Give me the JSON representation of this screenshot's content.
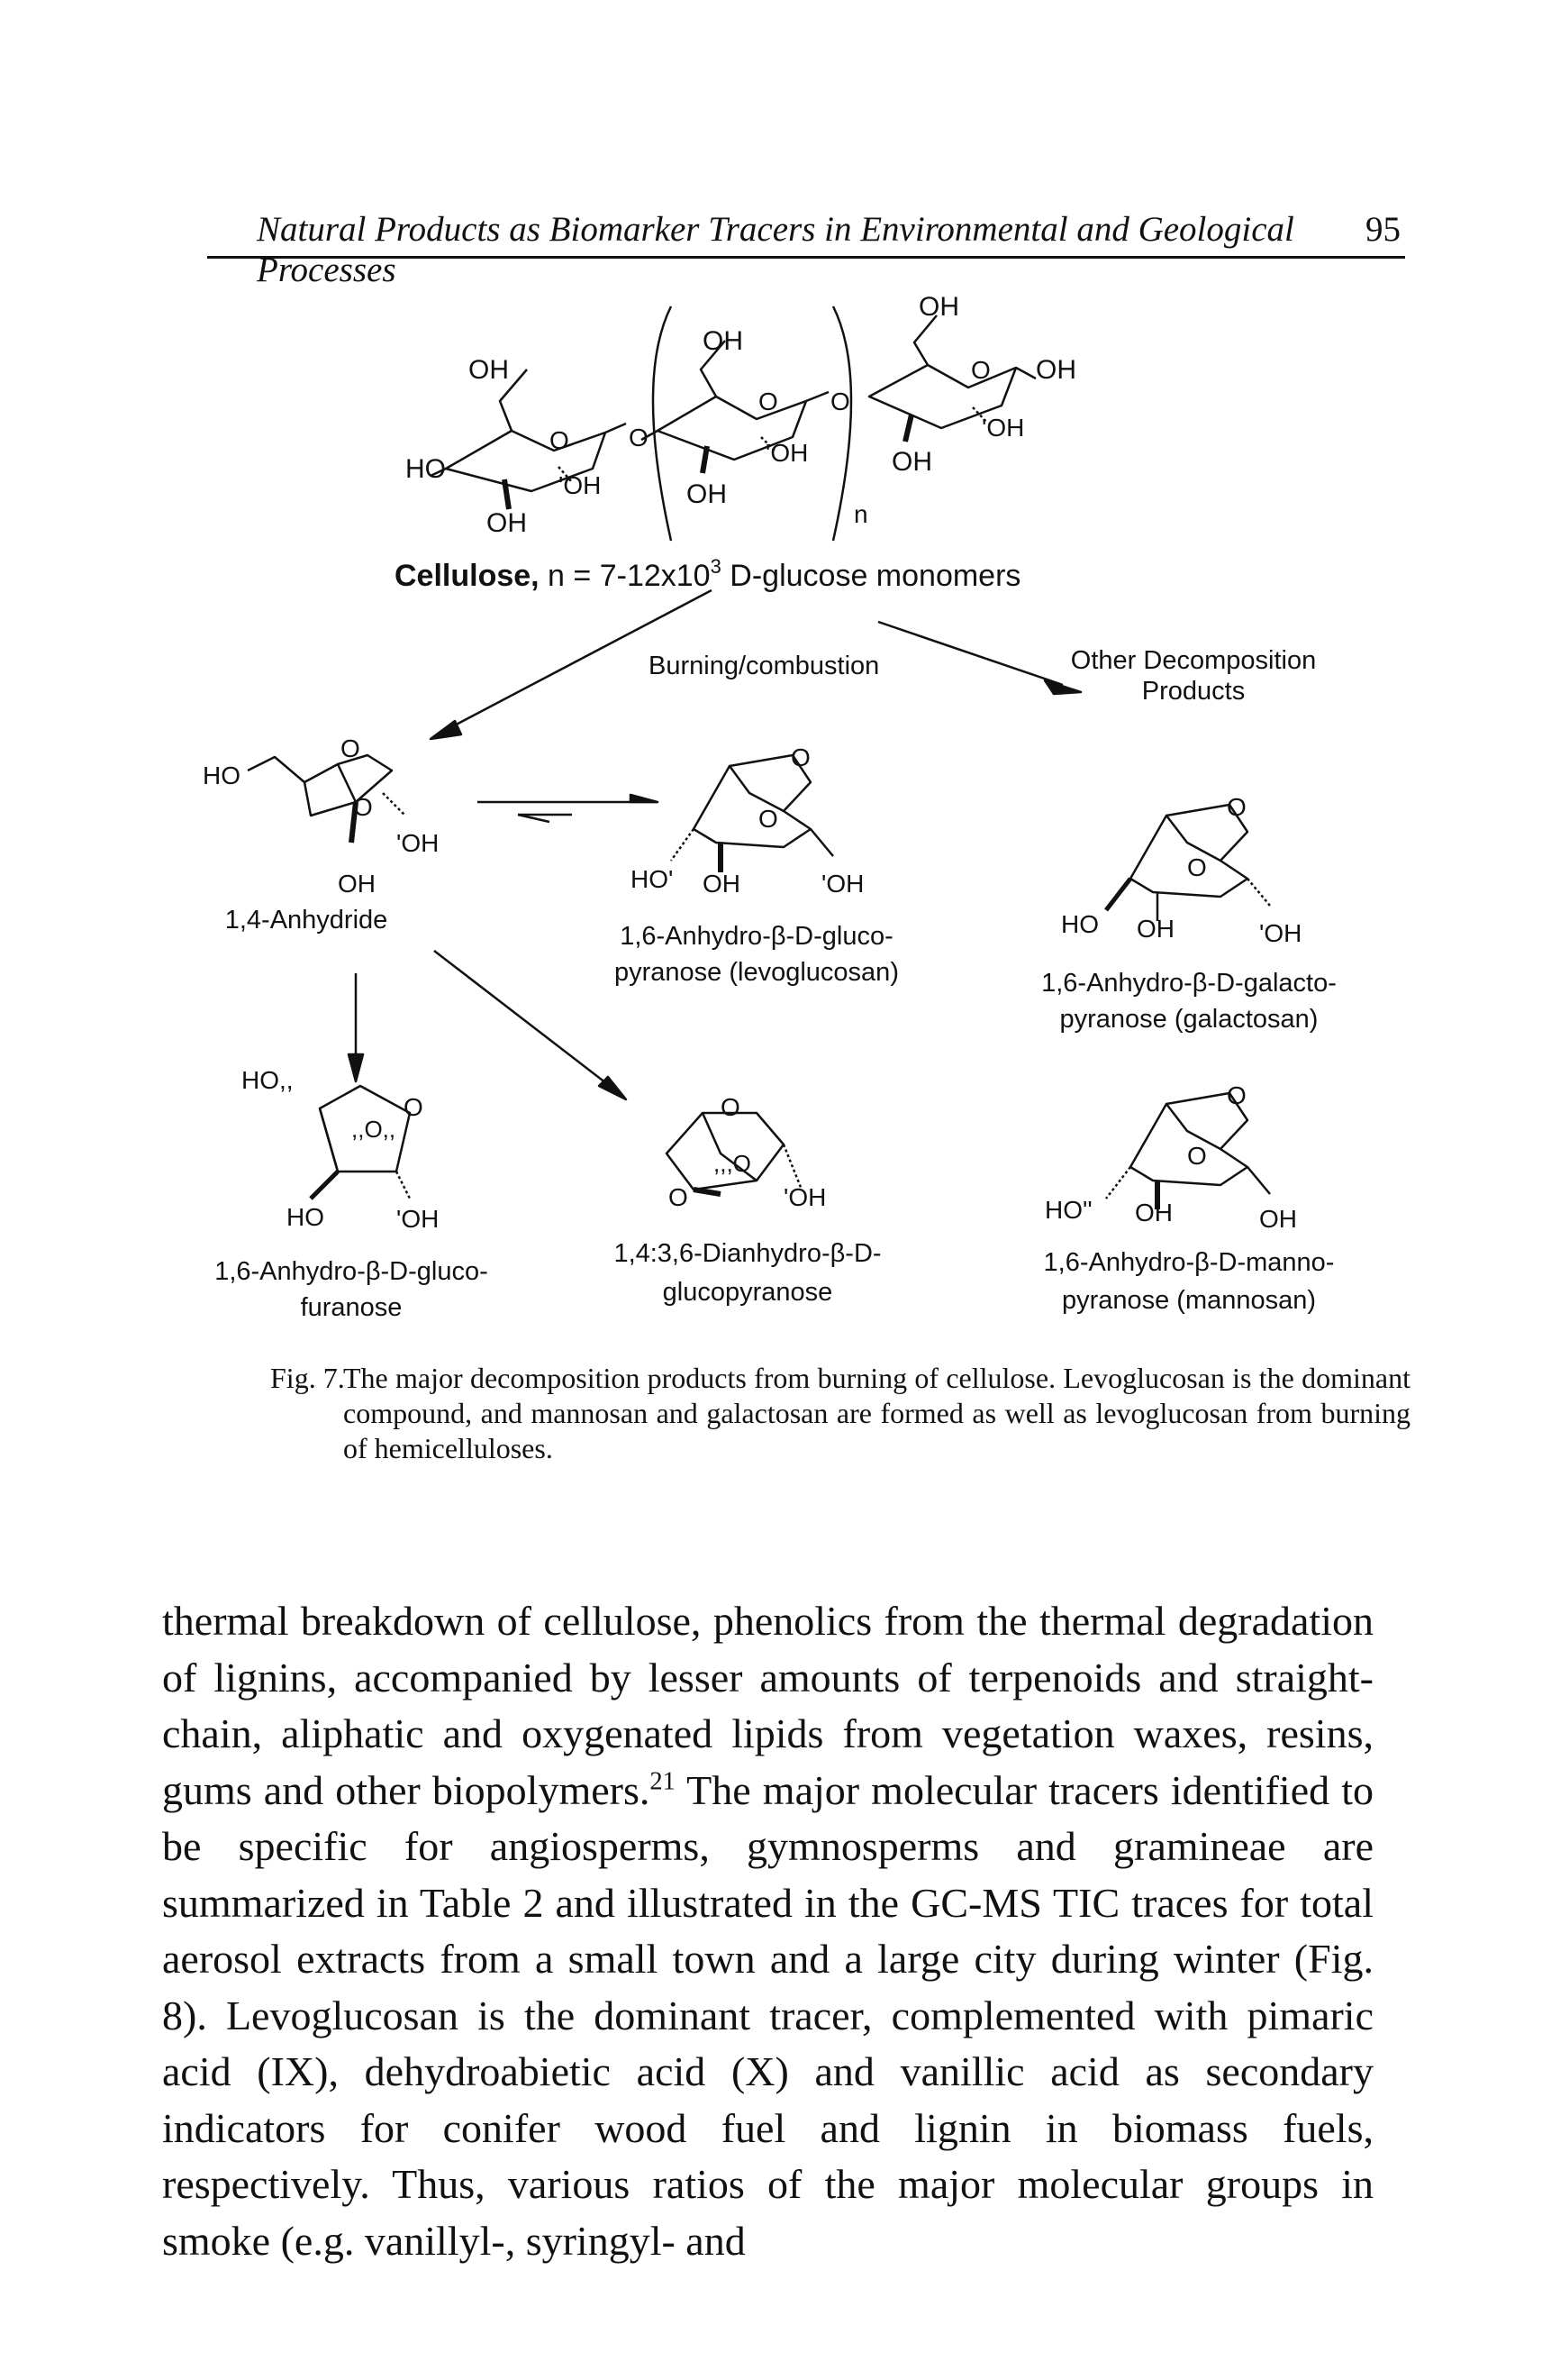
{
  "header": {
    "running_title": "Natural Products as Biomarker Tracers in Environmental and Geological Processes",
    "page_number": "95"
  },
  "figure": {
    "cellulose_label_a": "Cellulose,",
    "cellulose_label_b": " n = 7-12x10",
    "cellulose_sup": "3",
    "cellulose_label_c": " D-glucose monomers",
    "arrow_burning": "Burning/combustion",
    "other_products_1": "Other Decomposition",
    "other_products_2": "Products",
    "anhydride_14": "1,4-Anhydride",
    "levoglucosan_1": "1,6-Anhydro-β-D-gluco-",
    "levoglucosan_2": "pyranose (levoglucosan)",
    "galactosan_1": "1,6-Anhydro-β-D-galacto-",
    "galactosan_2": "pyranose (galactosan)",
    "glucofuranose_1": "1,6-Anhydro-β-D-gluco-",
    "glucofuranose_2": "furanose",
    "dianhydro_1": "1,4:3,6-Dianhydro-β-D-",
    "dianhydro_2": "glucopyranose",
    "mannosan_1": "1,6-Anhydro-β-D-manno-",
    "mannosan_2": "pyranose (mannosan)",
    "n_label": "n"
  },
  "caption": {
    "label": "Fig. 7.",
    "text": "The major decomposition products from burning of cellulose. Levoglucosan is the dominant compound, and mannosan and galactosan are formed as well as levoglucosan from burning of hemicelluloses."
  },
  "body": {
    "part1": "thermal breakdown of cellulose, phenolics from the thermal degradation of lignins, accompanied by lesser amounts of terpenoids and straight-chain, aliphatic and oxygenated lipids from vegetation waxes, resins, gums and other biopolymers.",
    "ref": "21",
    "part2": " The major molecular tracers identified to be specific for angiosperms, gymnosperms and gramineae are summarized in Table 2 and illustrated in the GC-MS TIC traces for total aerosol extracts from a small town and a large city during winter (Fig. 8). Levoglucosan is the dominant tracer, complemented with pimaric acid (IX), dehydroabietic acid (X) and vanillic acid as secondary indicators for conifer wood fuel and lignin in biomass fuels, respectively. Thus, various ratios of the major molecular groups in smoke (e.g. vanillyl-, syringyl- and"
  }
}
